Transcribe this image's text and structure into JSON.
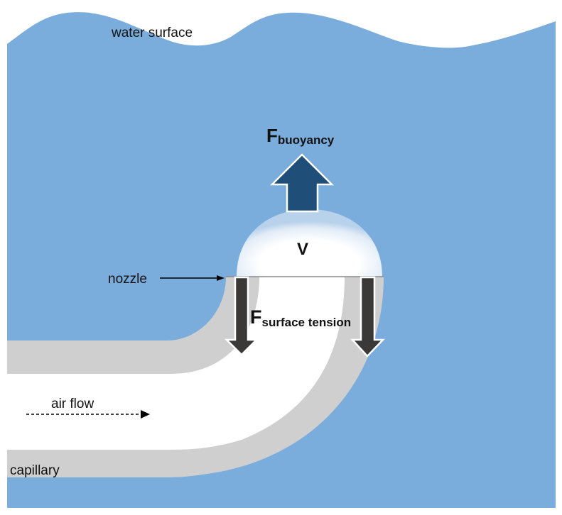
{
  "diagram": {
    "title": "Bubble formation at a capillary nozzle",
    "colors": {
      "water": "#7aacdc",
      "capillary_wall": "#d0cfd0",
      "air_channel": "#ffffff",
      "buoyancy_arrow": "#1f4e79",
      "tension_arrow": "#3b3838",
      "text": "#111111"
    },
    "labels": {
      "water_surface": "water surface",
      "nozzle": "nozzle",
      "air_flow": "air flow",
      "capillary": "capillary",
      "bubble_volume": "V",
      "buoyancy_main": "F",
      "buoyancy_sub": "buoyancy",
      "tension_main": "F",
      "tension_sub": "surface tension"
    }
  }
}
